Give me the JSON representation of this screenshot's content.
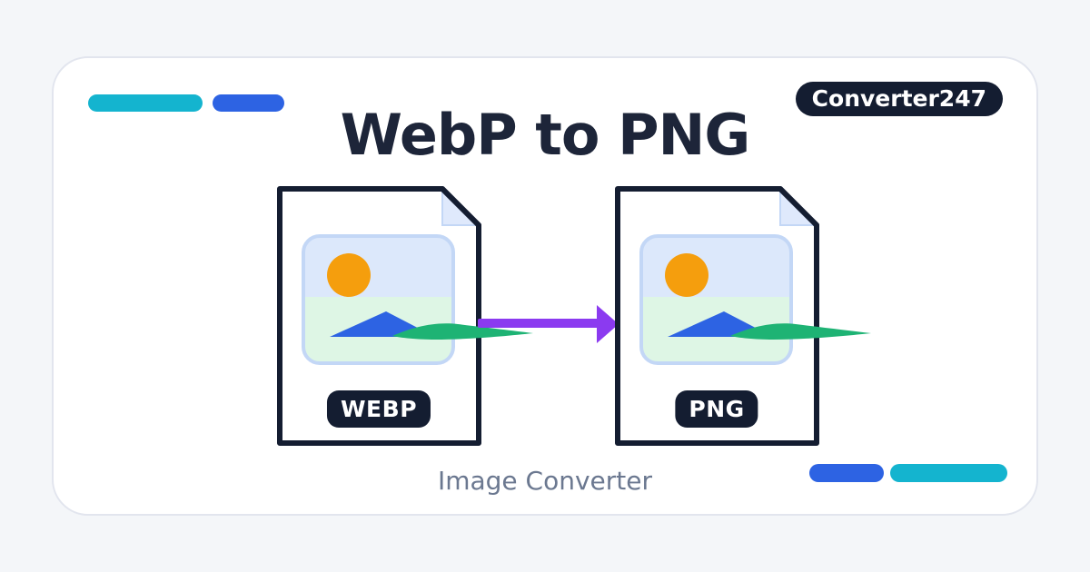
{
  "header": {
    "badge_label": "Converter247",
    "title": "WebP to PNG"
  },
  "conversion": {
    "source_format": "WEBP",
    "target_format": "PNG"
  },
  "footer": {
    "caption": "Image Converter"
  },
  "icons": [
    "document-icon",
    "folded-corner-icon",
    "sun-icon",
    "mountain-icon",
    "wave-icon",
    "arrow-right-icon"
  ],
  "colors": {
    "page-bg": "#f4f6f9",
    "card-bg": "#ffffff",
    "card-border": "#e2e5ee",
    "dark": "#141d31",
    "title": "#1d2539",
    "muted": "#6b7890",
    "cyan": "#14b4cf",
    "blue": "#2d63e3",
    "purple": "#8b3af0",
    "green": "#1eb374",
    "orange": "#f59e0d",
    "sky": "#dce8fb",
    "grass": "#def6e5",
    "fold": "#dfe9fc",
    "thumb-border": "#c3d7f6"
  }
}
